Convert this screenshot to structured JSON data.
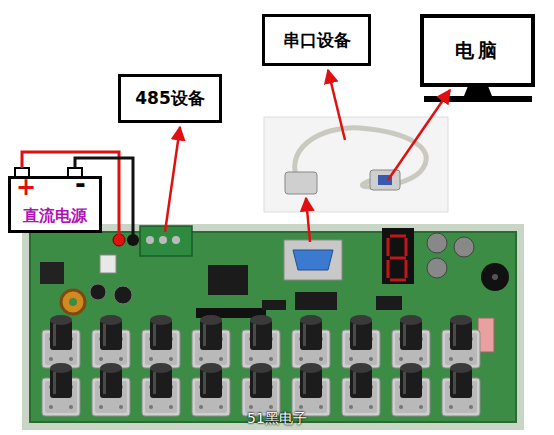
{
  "diagram": {
    "nodes": [
      {
        "text": [
          "485设备"
        ]
      },
      {
        "text": [
          "串口设备"
        ]
      },
      {
        "text": [
          "电脑"
        ]
      },
      {
        "text": [
          "+",
          "-",
          "直流电源"
        ]
      }
    ],
    "labels": [
      "51黑电子"
    ]
  }
}
